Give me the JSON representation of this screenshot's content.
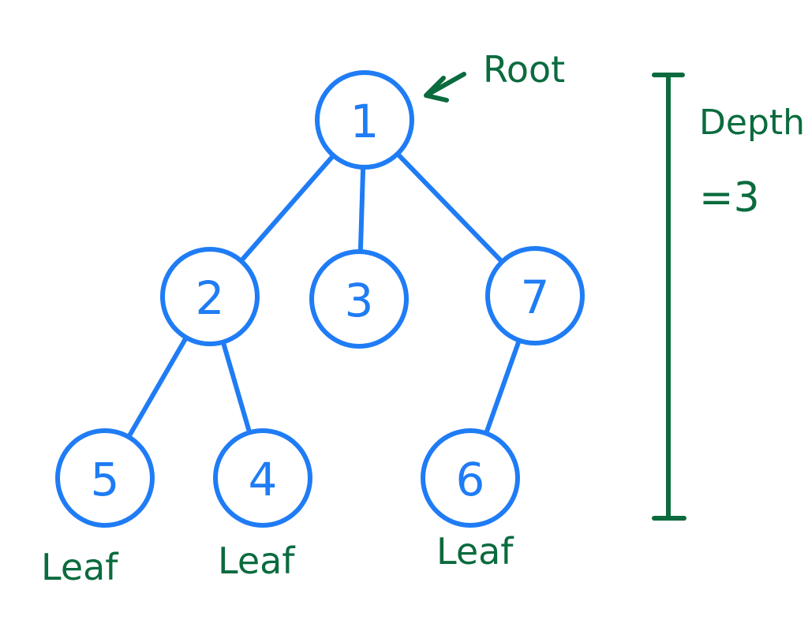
{
  "colors": {
    "node": "#1f7cf5",
    "annotation": "#0b6b3e",
    "background": "#ffffff"
  },
  "tree": {
    "nodes": [
      {
        "id": "n1",
        "label": "1"
      },
      {
        "id": "n2",
        "label": "2"
      },
      {
        "id": "n3",
        "label": "3"
      },
      {
        "id": "n7",
        "label": "7"
      },
      {
        "id": "n5",
        "label": "5"
      },
      {
        "id": "n4",
        "label": "4"
      },
      {
        "id": "n6",
        "label": "6"
      }
    ],
    "edges": [
      {
        "from": "n1",
        "to": "n2"
      },
      {
        "from": "n1",
        "to": "n3"
      },
      {
        "from": "n1",
        "to": "n7"
      },
      {
        "from": "n2",
        "to": "n5"
      },
      {
        "from": "n2",
        "to": "n4"
      },
      {
        "from": "n7",
        "to": "n6"
      }
    ]
  },
  "annotations": {
    "root_label": "Root",
    "leaf_labels": [
      "Leaf",
      "Leaf",
      "Leaf"
    ],
    "depth_label": "Depth",
    "depth_value": "=3"
  }
}
